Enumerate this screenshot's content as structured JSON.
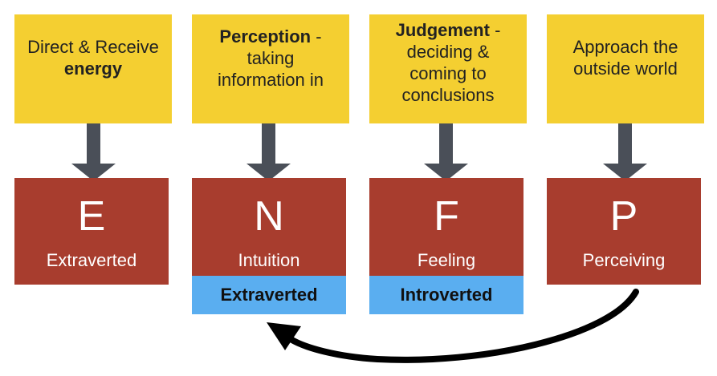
{
  "top_boxes": [
    {
      "lines": [
        {
          "plain": "Direct & Receive"
        },
        {
          "bold": "energy"
        }
      ]
    },
    {
      "lines": [
        {
          "bold": "Perception",
          "plain": " -"
        },
        {
          "plain": "taking"
        },
        {
          "plain": "information in"
        }
      ]
    },
    {
      "lines": [
        {
          "bold": "Judgement",
          "plain": " -"
        },
        {
          "plain": "deciding &"
        },
        {
          "plain": "coming to"
        },
        {
          "plain": "conclusions"
        }
      ]
    },
    {
      "lines": [
        {
          "plain": "Approach the"
        },
        {
          "plain": "outside world"
        }
      ]
    }
  ],
  "type_boxes": [
    {
      "letter": "E",
      "word": "Extraverted"
    },
    {
      "letter": "N",
      "word": "Intuition"
    },
    {
      "letter": "F",
      "word": "Feeling"
    },
    {
      "letter": "P",
      "word": "Perceiving"
    }
  ],
  "attitude_tags": [
    "Extraverted",
    "Introverted"
  ],
  "colors": {
    "top_box": "#f4cf31",
    "type_box": "#a83d2e",
    "tag": "#5aaef0",
    "arrow_down": "#4a4f58",
    "arrow_curve": "#000000"
  }
}
